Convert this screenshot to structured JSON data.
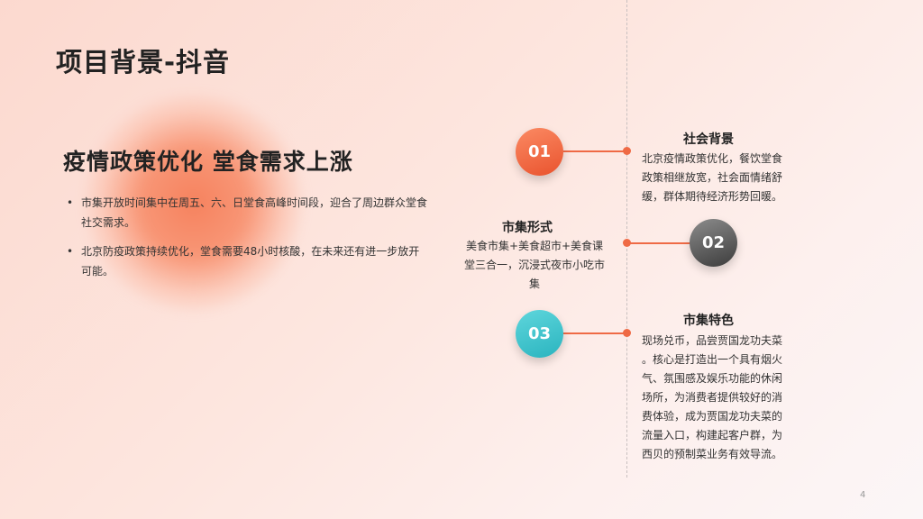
{
  "slide": {
    "title": "项目背景-抖音",
    "subtitle": "疫情政策优化  堂食需求上涨",
    "bullets": [
      "市集开放时间集中在周五、六、日堂食高峰时间段，迎合了周边群众堂食社交需求。",
      "北京防疫政策持续优化，堂食需要48小时核酸，在未来还有进一步放开可能。"
    ],
    "bullet_marker": "•",
    "timeline": [
      {
        "number": "01",
        "heading": "社会背景",
        "text": "北京疫情政策优化，餐饮堂食政策相继放宽，社会面情绪舒缓，群体期待经济形势回暖。",
        "color": "#ef6a45"
      },
      {
        "number": "02",
        "heading": "市集形式",
        "text": "美食市集+美食超市+美食课堂三合一，沉浸式夜市小吃市集",
        "color": "#555555"
      },
      {
        "number": "03",
        "heading": "市集特色",
        "text": "现场兑币，品尝贾国龙功夫菜 。核心是打造出一个具有烟火气、氛围感及娱乐功能的休闲场所，为消费者提供较好的消费体验，成为贾国龙功夫菜的流量入口，构建起客户群，为西贝的预制菜业务有效导流。",
        "color": "#2ab4bf"
      }
    ],
    "page_number": "4"
  }
}
